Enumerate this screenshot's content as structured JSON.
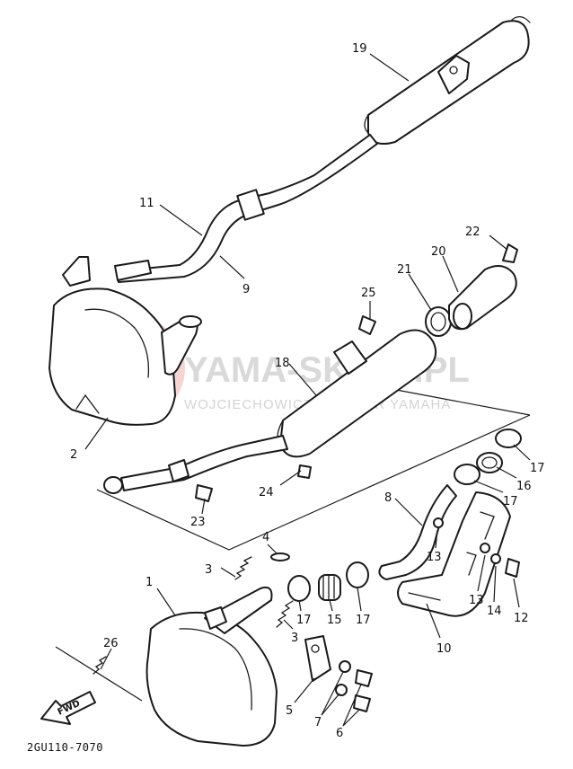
{
  "diagram": {
    "drawing_id": "2GU110-7070",
    "fwd_label": "FWD",
    "watermark": {
      "title": "YAMA-SKLEP.PL",
      "subtitle": "WOJCIECHOWICZ | DEALER YAMAHA",
      "color": "#e8a0a0"
    },
    "callouts": [
      {
        "id": "c1",
        "label": "1"
      },
      {
        "id": "c2",
        "label": "2"
      },
      {
        "id": "c3a",
        "label": "3"
      },
      {
        "id": "c3b",
        "label": "3"
      },
      {
        "id": "c4",
        "label": "4"
      },
      {
        "id": "c5",
        "label": "5"
      },
      {
        "id": "c6",
        "label": "6"
      },
      {
        "id": "c7",
        "label": "7"
      },
      {
        "id": "c8",
        "label": "8"
      },
      {
        "id": "c9",
        "label": "9"
      },
      {
        "id": "c10",
        "label": "10"
      },
      {
        "id": "c11",
        "label": "11"
      },
      {
        "id": "c12",
        "label": "12"
      },
      {
        "id": "c13a",
        "label": "13"
      },
      {
        "id": "c13b",
        "label": "13"
      },
      {
        "id": "c14",
        "label": "14"
      },
      {
        "id": "c15",
        "label": "15"
      },
      {
        "id": "c16",
        "label": "16"
      },
      {
        "id": "c17a",
        "label": "17"
      },
      {
        "id": "c17b",
        "label": "17"
      },
      {
        "id": "c17c",
        "label": "17"
      },
      {
        "id": "c17d",
        "label": "17"
      },
      {
        "id": "c18",
        "label": "18"
      },
      {
        "id": "c19",
        "label": "19"
      },
      {
        "id": "c20",
        "label": "20"
      },
      {
        "id": "c21",
        "label": "21"
      },
      {
        "id": "c22",
        "label": "22"
      },
      {
        "id": "c23",
        "label": "23"
      },
      {
        "id": "c24",
        "label": "24"
      },
      {
        "id": "c25",
        "label": "25"
      },
      {
        "id": "c26",
        "label": "26"
      }
    ]
  }
}
